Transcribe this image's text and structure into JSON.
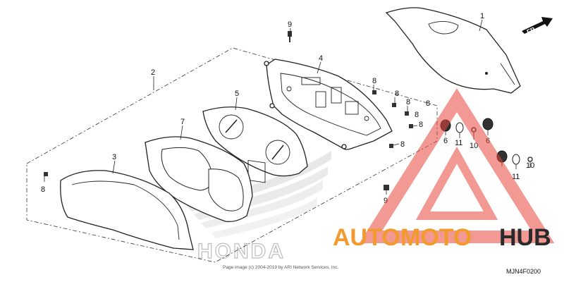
{
  "callouts": [
    "1",
    "2",
    "3",
    "4",
    "5",
    "6",
    "6",
    "7",
    "8",
    "8",
    "8",
    "8",
    "8",
    "8",
    "8",
    "8",
    "9",
    "9",
    "10",
    "10",
    "11",
    "11"
  ],
  "direction": {
    "label": "FR."
  },
  "watermark": {
    "brand_part1": "AUTO",
    "brand_part2": "MOTO",
    "brand_part3": "HUB"
  },
  "copyright": "Page image (c) 2004-2019 by ARI Network Services, Inc.",
  "honda": "HONDA",
  "diagram_code": "MJN4F0200",
  "colors": {
    "accent_orange": "#f29a2e",
    "accent_red": "#e8463c",
    "brand_dark": "#2a2a2a"
  }
}
